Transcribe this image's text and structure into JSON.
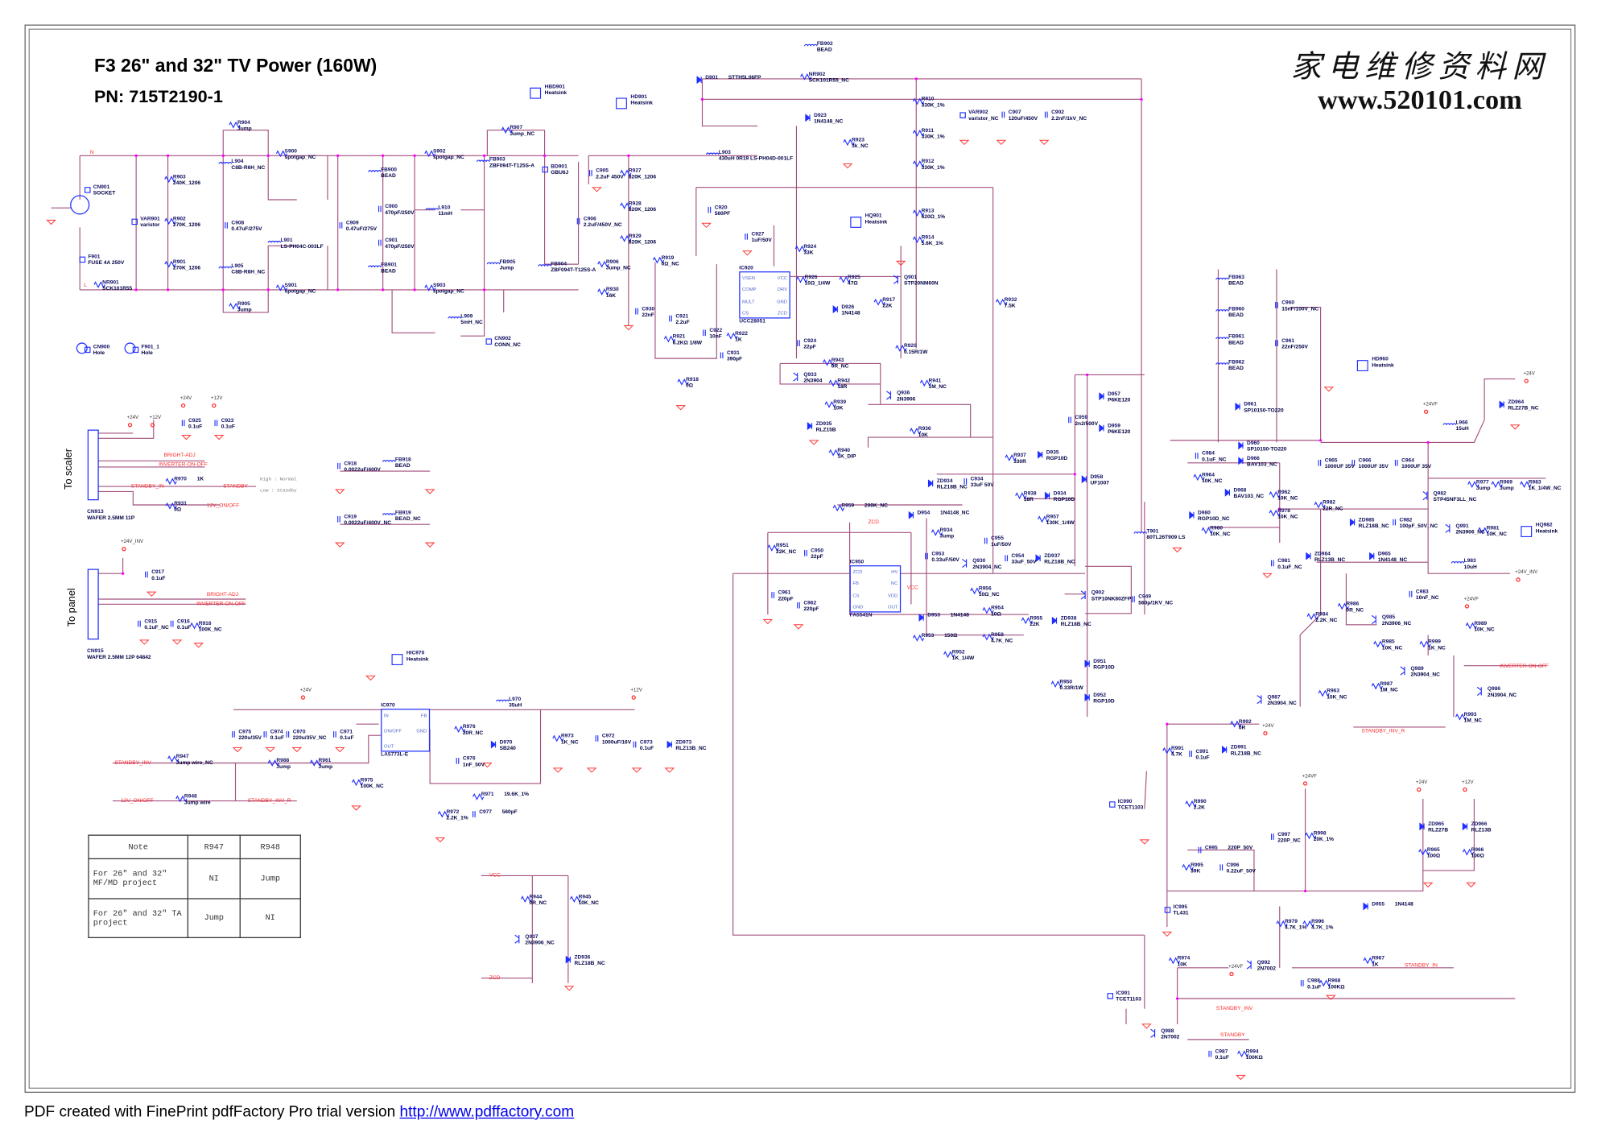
{
  "title": "F3 26\" and 32\" TV Power (160W)",
  "pn": "PN: 715T2190-1",
  "watermark": {
    "cn": "家电维修资料网",
    "url": "www.520101.com"
  },
  "footer": {
    "text": "PDF created with FinePrint pdfFactory Pro trial version ",
    "link": "http://www.pdffactory.com"
  },
  "side_labels": {
    "scaler": "To scaler",
    "panel": "To panel"
  },
  "standby_hint": {
    "high": "High : Normal",
    "low": "Low : Standby"
  },
  "note_table": {
    "headers": [
      "Note",
      "R947",
      "R948"
    ],
    "rows": [
      {
        "note": "For 26\" and 32\" MF/MD project",
        "r947": "NI",
        "r948": "Jump"
      },
      {
        "note": "For 26\" and 32\" TA project",
        "r947": "Jump",
        "r948": "NI"
      }
    ]
  },
  "nets": [
    "N",
    "L",
    "BRIGHT-ADJ",
    "INVERTER-ON-OFF",
    "STANDBY_IN",
    "STANDBY",
    "12V_ON/OFF",
    "BRIGHT-ADJ",
    "INVERTER-ON-OFF",
    "STANDBY_INV",
    "12V_ON/OFF",
    "STANDBY_INV_R",
    "VCC",
    "ZCD",
    "VCC",
    "ZCD",
    "STANDBY_INV_R",
    "INVERTER-ON-OFF",
    "STANDBY_IN",
    "STANDBY_INV",
    "STANDBY"
  ],
  "power_flags": [
    "+24V",
    "+12V",
    "+24V",
    "+12V",
    "+24V_INV",
    "+24V",
    "+12V",
    "+24V",
    "+24VF",
    "+24V_INV",
    "+24VF",
    "+24V",
    "+24VF",
    "+24V",
    "+12V",
    "+24VF"
  ],
  "ics": [
    {
      "ref": "IC920",
      "part": "UCC28051",
      "pins": [
        "VSEN",
        "COMP",
        "MULT",
        "CS",
        "VCC",
        "DRV",
        "GND",
        "ZCD"
      ]
    },
    {
      "ref": "IC950",
      "part": "FA5541N",
      "pins": [
        "ZCD",
        "FB",
        "CS",
        "GND",
        "HV",
        "NC",
        "VDD",
        "OUT"
      ]
    },
    {
      "ref": "IC970",
      "part": "LA5773L-E",
      "pins": [
        "IN",
        "ON/OFF",
        "OUT",
        "FB",
        "GND"
      ]
    }
  ],
  "components": [
    {
      "ref": "CN901",
      "value": "SOCKET"
    },
    {
      "ref": "F901",
      "value": "FUSE 4A 250V"
    },
    {
      "ref": "NR901",
      "value": "SCK101R55"
    },
    {
      "ref": "VAR901",
      "value": "varistor"
    },
    {
      "ref": "R903",
      "value": "240K_1206"
    },
    {
      "ref": "R902",
      "value": "270K_1206"
    },
    {
      "ref": "R901",
      "value": "270K_1206"
    },
    {
      "ref": "R904",
      "value": "Jump"
    },
    {
      "ref": "L904",
      "value": "C8B-R6H_NC"
    },
    {
      "ref": "C908",
      "value": "0.47uF/275V"
    },
    {
      "ref": "L905",
      "value": "C8B-R6H_NC"
    },
    {
      "ref": "R905",
      "value": "Jump"
    },
    {
      "ref": "S900",
      "value": "spotgap_NC"
    },
    {
      "ref": "L901",
      "value": "LS-PH04C-003LF"
    },
    {
      "ref": "S901",
      "value": "spotgap_NC"
    },
    {
      "ref": "C909",
      "value": "0.47uF/275V"
    },
    {
      "ref": "FB900",
      "value": "BEAD"
    },
    {
      "ref": "C900",
      "value": "470pF/250V"
    },
    {
      "ref": "C901",
      "value": "470pF/250V"
    },
    {
      "ref": "FB901",
      "value": "BEAD"
    },
    {
      "ref": "S902",
      "value": "spotgap_NC"
    },
    {
      "ref": "L910",
      "value": "11mH"
    },
    {
      "ref": "S903",
      "value": "spotgap_NC"
    },
    {
      "ref": "L909",
      "value": "5mH_NC"
    },
    {
      "ref": "CN902",
      "value": "CONN_NC"
    },
    {
      "ref": "CN900",
      "value": "Hole"
    },
    {
      "ref": "F901_1",
      "value": "Hole"
    },
    {
      "ref": "HBD901",
      "value": "Heatsink"
    },
    {
      "ref": "R907",
      "value": "Jump_NC"
    },
    {
      "ref": "FB903",
      "value": "ZBF094T-T125S-A"
    },
    {
      "ref": "BD901",
      "value": "GBU6J"
    },
    {
      "ref": "FB905",
      "value": "Jump"
    },
    {
      "ref": "FB904",
      "value": "ZBF094T-T125S-A"
    },
    {
      "ref": "R906",
      "value": "Jump_NC"
    },
    {
      "ref": "HD901",
      "value": "Heatsink"
    },
    {
      "ref": "C905",
      "value": "2.2uF 450V"
    },
    {
      "ref": "C906",
      "value": "2.2uF/450V_NC"
    },
    {
      "ref": "R927",
      "value": "820K_1206"
    },
    {
      "ref": "R928",
      "value": "820K_1206"
    },
    {
      "ref": "R929",
      "value": "820K_1206"
    },
    {
      "ref": "R930",
      "value": "16K"
    },
    {
      "ref": "R919",
      "value": "0Ω_NC"
    },
    {
      "ref": "C920",
      "value": "560PF"
    },
    {
      "ref": "C927",
      "value": "1uF/50V"
    },
    {
      "ref": "C930",
      "value": "22nF"
    },
    {
      "ref": "C921",
      "value": "2.2uF"
    },
    {
      "ref": "R921",
      "value": "6.2KΩ 1/8W"
    },
    {
      "ref": "C922",
      "value": "10nF"
    },
    {
      "ref": "C931",
      "value": "390pF"
    },
    {
      "ref": "R922",
      "value": "1K"
    },
    {
      "ref": "R918",
      "value": "0Ω"
    },
    {
      "ref": "D901",
      "value": "STTH5L06FP"
    },
    {
      "ref": "FB902",
      "value": "BEAD"
    },
    {
      "ref": "NR902",
      "value": "SCK101R55_NC"
    },
    {
      "ref": "L903",
      "value": "430uH 0R19 LS-PH04D-001LF"
    },
    {
      "ref": "D923",
      "value": "1N4148_NC"
    },
    {
      "ref": "R923",
      "value": "3k_NC"
    },
    {
      "ref": "HQ901",
      "value": "Heatsink"
    },
    {
      "ref": "R924",
      "value": "33K"
    },
    {
      "ref": "R926",
      "value": "10Ω_1/4W"
    },
    {
      "ref": "R925",
      "value": "47Ω"
    },
    {
      "ref": "D926",
      "value": "1N4148"
    },
    {
      "ref": "R917",
      "value": "22K"
    },
    {
      "ref": "Q901",
      "value": "STP20NM60N"
    },
    {
      "ref": "C924",
      "value": "22pF"
    },
    {
      "ref": "R920",
      "value": "0.15R/1W"
    },
    {
      "ref": "R910",
      "value": "330K_1%"
    },
    {
      "ref": "R911",
      "value": "330K_1%"
    },
    {
      "ref": "R912",
      "value": "330K_1%"
    },
    {
      "ref": "R913",
      "value": "620Ω_1%"
    },
    {
      "ref": "R914",
      "value": "5.6K_1%"
    },
    {
      "ref": "VAR902",
      "value": "varistor_NC"
    },
    {
      "ref": "C907",
      "value": "120uF/450V"
    },
    {
      "ref": "C902",
      "value": "2.2nF/1kV_NC"
    },
    {
      "ref": "R932",
      "value": "7.5K"
    },
    {
      "ref": "R943",
      "value": "0R_NC"
    },
    {
      "ref": "Q933",
      "value": "2N3904"
    },
    {
      "ref": "R942",
      "value": "18R"
    },
    {
      "ref": "R939",
      "value": "10K"
    },
    {
      "ref": "ZD935",
      "value": "RLZ15B"
    },
    {
      "ref": "R941",
      "value": "1M_NC"
    },
    {
      "ref": "Q936",
      "value": "2N3906"
    },
    {
      "ref": "R936",
      "value": "10K"
    },
    {
      "ref": "R940",
      "value": "1K_DIP"
    },
    {
      "ref": "R959",
      "value": "200K_NC"
    },
    {
      "ref": "R951",
      "value": "22K_NC"
    },
    {
      "ref": "C950",
      "value": "22pF"
    },
    {
      "ref": "C961",
      "value": "220pF"
    },
    {
      "ref": "C962",
      "value": "220pF"
    },
    {
      "ref": "ZD934",
      "value": "RLZ18B_NC"
    },
    {
      "ref": "C934",
      "value": "33uF 50V"
    },
    {
      "ref": "R937",
      "value": "330R"
    },
    {
      "ref": "D935",
      "value": "RGP10D"
    },
    {
      "ref": "R938",
      "value": "18R"
    },
    {
      "ref": "D934",
      "value": "RGP10D"
    },
    {
      "ref": "R957",
      "value": "130K_1/4W"
    },
    {
      "ref": "D954",
      "value": "1N4148_NC"
    },
    {
      "ref": "R934",
      "value": "Jump"
    },
    {
      "ref": "C953",
      "value": "0.33uF/50V"
    },
    {
      "ref": "C955",
      "value": "1uF/50V"
    },
    {
      "ref": "C954",
      "value": "33uF_50V"
    },
    {
      "ref": "ZD937",
      "value": "RLZ18B_NC"
    },
    {
      "ref": "Q930",
      "value": "2N3904_NC"
    },
    {
      "ref": "R956",
      "value": "10Ω_NC"
    },
    {
      "ref": "D953",
      "value": "1N4148"
    },
    {
      "ref": "R953",
      "value": "150Ω"
    },
    {
      "ref": "R954",
      "value": "10Ω"
    },
    {
      "ref": "R952",
      "value": "1K_1/4W"
    },
    {
      "ref": "R958",
      "value": "4.7K_NC"
    },
    {
      "ref": "R955",
      "value": "22K"
    },
    {
      "ref": "ZD938",
      "value": "RLZ18B_NC"
    },
    {
      "ref": "Q902",
      "value": "STP10NK80ZFP"
    },
    {
      "ref": "C949",
      "value": "560p/1KV_NC"
    },
    {
      "ref": "C959",
      "value": "2n2/500V"
    },
    {
      "ref": "D957",
      "value": "P6KE120"
    },
    {
      "ref": "D959",
      "value": "P6KE120"
    },
    {
      "ref": "D958",
      "value": "UF1007"
    },
    {
      "ref": "D951",
      "value": "RGP10D"
    },
    {
      "ref": "D952",
      "value": "RGP10D"
    },
    {
      "ref": "R950",
      "value": "0.33R/1W"
    },
    {
      "ref": "T901",
      "value": "80TL26T909 LS"
    },
    {
      "ref": "FB963",
      "value": "BEAD"
    },
    {
      "ref": "FB960",
      "value": "BEAD"
    },
    {
      "ref": "FB961",
      "value": "BEAD"
    },
    {
      "ref": "FB962",
      "value": "BEAD"
    },
    {
      "ref": "C960",
      "value": "15nF/100V_NC"
    },
    {
      "ref": "C961 ",
      "value": "22nF/250V"
    },
    {
      "ref": "D961",
      "value": "SP10150-TO220"
    },
    {
      "ref": "D960",
      "value": "SP10150-TO220"
    },
    {
      "ref": "C984",
      "value": "0.1uF_NC"
    },
    {
      "ref": "D966",
      "value": "BAV103_NC"
    },
    {
      "ref": "R964",
      "value": "10K_NC"
    },
    {
      "ref": "D968",
      "value": "BAV103_NC"
    },
    {
      "ref": "D980",
      "value": "RGP10D_NC"
    },
    {
      "ref": "R980",
      "value": "10K_NC"
    },
    {
      "ref": "R962",
      "value": "10K_NC"
    },
    {
      "ref": "R978",
      "value": "10K_NC"
    },
    {
      "ref": "C981",
      "value": "0.1uF_NC"
    },
    {
      "ref": "HD960",
      "value": "Heatsink"
    },
    {
      "ref": "ZD964",
      "value": "RLZ27B_NC"
    },
    {
      "ref": "L966",
      "value": "15uH"
    },
    {
      "ref": "C965",
      "value": "1000UF 35V"
    },
    {
      "ref": "C966",
      "value": "1000UF 35V"
    },
    {
      "ref": "C964",
      "value": "1000UF 35V"
    },
    {
      "ref": "R982",
      "value": "22R_NC"
    },
    {
      "ref": "ZD985",
      "value": "RLZ18B_NC"
    },
    {
      "ref": "C982",
      "value": "100pF_50V_NC"
    },
    {
      "ref": "Q982",
      "value": "STP45NF3LL_NC"
    },
    {
      "ref": "R977",
      "value": "Jump"
    },
    {
      "ref": "R969",
      "value": "Jump"
    },
    {
      "ref": "R983",
      "value": "1K_1/4W_NC"
    },
    {
      "ref": "Q991",
      "value": "2N3906_NC"
    },
    {
      "ref": "R981",
      "value": "10K_NC"
    },
    {
      "ref": "HQ982",
      "value": "Heatsink"
    },
    {
      "ref": "ZD984",
      "value": "RLZ13B_NC"
    },
    {
      "ref": "D965",
      "value": "1N4148_NC"
    },
    {
      "ref": "L983",
      "value": "10uH"
    },
    {
      "ref": "C983",
      "value": "10nF_NC"
    },
    {
      "ref": "R986",
      "value": "0R_NC"
    },
    {
      "ref": "Q985",
      "value": "2N3906_NC"
    },
    {
      "ref": "R984",
      "value": "2.2K_NC"
    },
    {
      "ref": "R985",
      "value": "10K_NC"
    },
    {
      "ref": "R999",
      "value": "1K_NC"
    },
    {
      "ref": "R989",
      "value": "10K_NC"
    },
    {
      "ref": "Q989",
      "value": "2N3904_NC"
    },
    {
      "ref": "R987",
      "value": "1M_NC"
    },
    {
      "ref": "Q987",
      "value": "2N3904_NC"
    },
    {
      "ref": "R963",
      "value": "10K_NC"
    },
    {
      "ref": "Q986",
      "value": "2N3904_NC"
    },
    {
      "ref": "R993",
      "value": "1M_NC"
    },
    {
      "ref": "R992",
      "value": "0R"
    },
    {
      "ref": "R991",
      "value": "4.7K"
    },
    {
      "ref": "C991",
      "value": "0.1uF"
    },
    {
      "ref": "ZD991",
      "value": "RLZ18B_NC"
    },
    {
      "ref": "IC990",
      "value": "TCET1103"
    },
    {
      "ref": "R990",
      "value": "2.2K"
    },
    {
      "ref": "C997",
      "value": "220P_NC"
    },
    {
      "ref": "R998",
      "value": "20K_1%"
    },
    {
      "ref": "C995",
      "value": "220P_50V"
    },
    {
      "ref": "R995",
      "value": "39K"
    },
    {
      "ref": "C996",
      "value": "0.22uF_50V"
    },
    {
      "ref": "IC995",
      "value": "TL431"
    },
    {
      "ref": "ZD965",
      "value": "RLZ27B"
    },
    {
      "ref": "ZD966",
      "value": "RLZ13B"
    },
    {
      "ref": "R965",
      "value": "100Ω"
    },
    {
      "ref": "R966",
      "value": "100Ω"
    },
    {
      "ref": "D955",
      "value": "1N4148"
    },
    {
      "ref": "R979",
      "value": "4.7K_1%"
    },
    {
      "ref": "R996",
      "value": "4.7K_1%"
    },
    {
      "ref": "R974",
      "value": "10K"
    },
    {
      "ref": "Q992",
      "value": "2N7002"
    },
    {
      "ref": "C988",
      "value": "0.1uF"
    },
    {
      "ref": "R968",
      "value": "100KΩ"
    },
    {
      "ref": "R967",
      "value": "1K"
    },
    {
      "ref": "IC991",
      "value": "TCET1103"
    },
    {
      "ref": "Q988",
      "value": "2N7002"
    },
    {
      "ref": "C987",
      "value": "0.1uF"
    },
    {
      "ref": "R994",
      "value": "100KΩ"
    },
    {
      "ref": "CN913",
      "value": "WAFER 2.5MM 11P"
    },
    {
      "ref": "CN915",
      "value": "WAFER 2.5MM 12P 64842"
    },
    {
      "ref": "C925",
      "value": "0.1uF"
    },
    {
      "ref": "C923",
      "value": "0.1uF"
    },
    {
      "ref": "R970",
      "value": "1K"
    },
    {
      "ref": "R931",
      "value": "0Ω"
    },
    {
      "ref": "C918",
      "value": "0.0022uF/400V"
    },
    {
      "ref": "FB918",
      "value": "BEAD"
    },
    {
      "ref": "C919",
      "value": "0.0022uF/400V_NC"
    },
    {
      "ref": "FB919",
      "value": "BEAD_NC"
    },
    {
      "ref": "C917",
      "value": "0.1uF"
    },
    {
      "ref": "C915",
      "value": "0.1uF_NC"
    },
    {
      "ref": "C916",
      "value": "0.1uF"
    },
    {
      "ref": "R916",
      "value": "100K_NC"
    },
    {
      "ref": "HIC970",
      "value": "Heatsink"
    },
    {
      "ref": "C975",
      "value": "220u/35V"
    },
    {
      "ref": "C974",
      "value": "0.1uF"
    },
    {
      "ref": "C970",
      "value": "220u/35V_NC"
    },
    {
      "ref": "C971",
      "value": "0.1uF"
    },
    {
      "ref": "R947",
      "value": "Jump wire_NC"
    },
    {
      "ref": "R988",
      "value": "Jump"
    },
    {
      "ref": "R961",
      "value": "Jump"
    },
    {
      "ref": "R975",
      "value": "100K_NC"
    },
    {
      "ref": "R948",
      "value": "Jump wire"
    },
    {
      "ref": "R976",
      "value": "20R_NC"
    },
    {
      "ref": "C976",
      "value": "1nF_50V"
    },
    {
      "ref": "D970",
      "value": "SB240"
    },
    {
      "ref": "L970",
      "value": "35uH"
    },
    {
      "ref": "R971",
      "value": "19.6K_1%"
    },
    {
      "ref": "C977",
      "value": "560pF"
    },
    {
      "ref": "R972",
      "value": "2.2K_1%"
    },
    {
      "ref": "R973",
      "value": "1K_NC"
    },
    {
      "ref": "C972",
      "value": "1000uF/16V"
    },
    {
      "ref": "C973",
      "value": "0.1uF"
    },
    {
      "ref": "ZD973",
      "value": "RLZ13B_NC"
    },
    {
      "ref": "R944",
      "value": "0R_NC"
    },
    {
      "ref": "R945",
      "value": "10K_NC"
    },
    {
      "ref": "Q937",
      "value": "2N3906_NC"
    },
    {
      "ref": "ZD936",
      "value": "RLZ18B_NC"
    }
  ]
}
